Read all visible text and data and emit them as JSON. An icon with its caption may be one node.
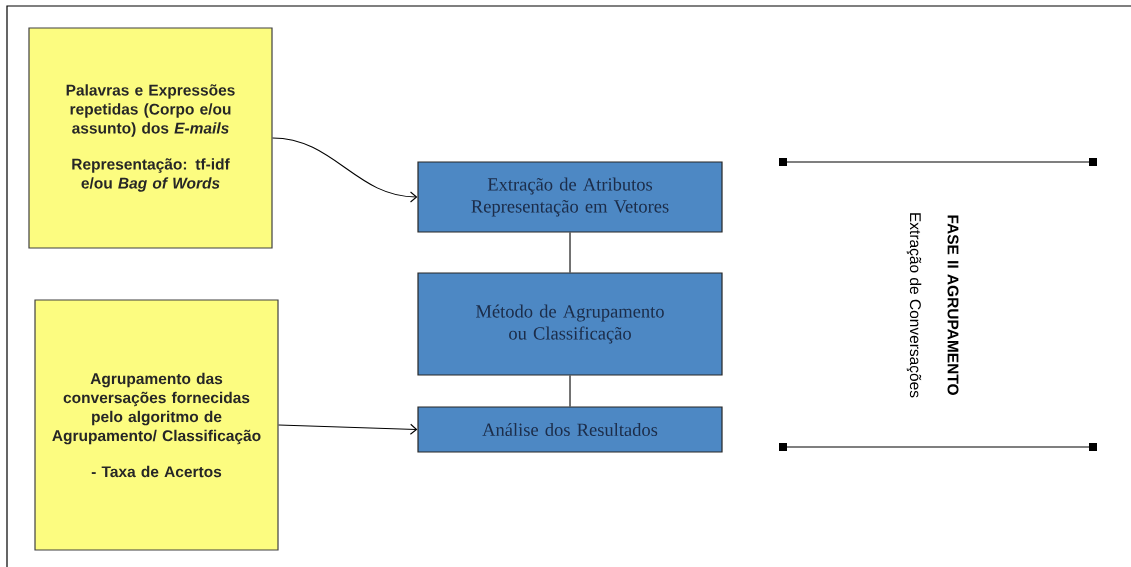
{
  "diagram": {
    "nodes": [
      {
        "text": [
          "Palavras e Expressões repetidas (Corpo e/ou assunto) dos *E-mails*",
          "Representação: tf-idf e/ou *Bag of Words*"
        ]
      },
      {
        "text": [
          "Extração de Atributos Representação em Vetores"
        ]
      },
      {
        "text": [
          "Método de Agrupamento ou Classificação"
        ]
      },
      {
        "text": [
          "Agrupamento das conversações fornecidas pelo algoritmo de Agrupamento/ Classificação",
          "- Taxa de Acertos"
        ]
      },
      {
        "text": [
          "Análise dos Resultados"
        ]
      }
    ],
    "edges": [
      {
        "from": 0,
        "to": 1,
        "arrow": "to"
      },
      {
        "from": 1,
        "to": 2,
        "arrow": "none"
      },
      {
        "from": 2,
        "to": 4,
        "arrow": "none"
      },
      {
        "from": 3,
        "to": 4,
        "arrow": "to"
      }
    ],
    "labels": [
      "FASE II AGRUPAMENTO",
      "Extração de Conversações"
    ]
  }
}
